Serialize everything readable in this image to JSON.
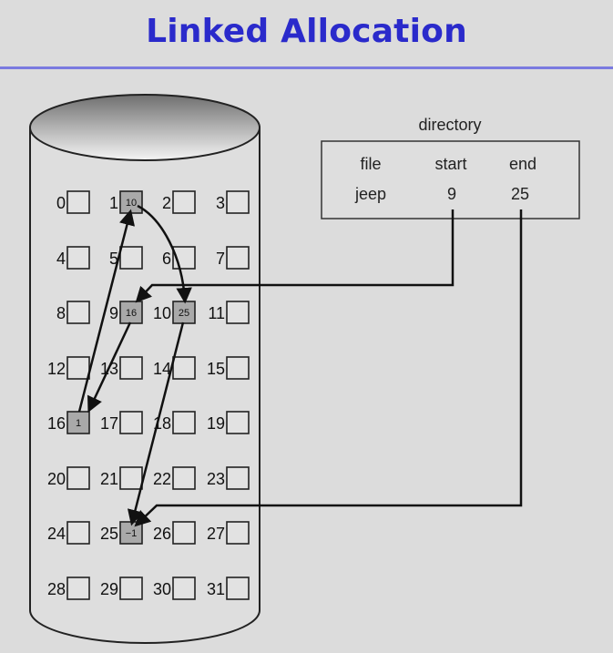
{
  "slide": {
    "title": "Linked Allocation"
  },
  "disk": {
    "blocks": [
      {
        "n": "0",
        "v": ""
      },
      {
        "n": "1",
        "v": "10"
      },
      {
        "n": "2",
        "v": ""
      },
      {
        "n": "3",
        "v": ""
      },
      {
        "n": "4",
        "v": ""
      },
      {
        "n": "5",
        "v": ""
      },
      {
        "n": "6",
        "v": ""
      },
      {
        "n": "7",
        "v": ""
      },
      {
        "n": "8",
        "v": ""
      },
      {
        "n": "9",
        "v": "16"
      },
      {
        "n": "10",
        "v": "25"
      },
      {
        "n": "11",
        "v": ""
      },
      {
        "n": "12",
        "v": ""
      },
      {
        "n": "13",
        "v": ""
      },
      {
        "n": "14",
        "v": ""
      },
      {
        "n": "15",
        "v": ""
      },
      {
        "n": "16",
        "v": "1"
      },
      {
        "n": "17",
        "v": ""
      },
      {
        "n": "18",
        "v": ""
      },
      {
        "n": "19",
        "v": ""
      },
      {
        "n": "20",
        "v": ""
      },
      {
        "n": "21",
        "v": ""
      },
      {
        "n": "22",
        "v": ""
      },
      {
        "n": "23",
        "v": ""
      },
      {
        "n": "24",
        "v": ""
      },
      {
        "n": "25",
        "v": "−1"
      },
      {
        "n": "26",
        "v": ""
      },
      {
        "n": "27",
        "v": ""
      },
      {
        "n": "28",
        "v": ""
      },
      {
        "n": "29",
        "v": ""
      },
      {
        "n": "30",
        "v": ""
      },
      {
        "n": "31",
        "v": ""
      }
    ],
    "chain": [
      9,
      16,
      1,
      10,
      25
    ]
  },
  "directory": {
    "title": "directory",
    "headers": {
      "file": "file",
      "start": "start",
      "end": "end"
    },
    "entry": {
      "file": "jeep",
      "start": "9",
      "end": "25"
    }
  },
  "colors": {
    "title": "#2a2acb",
    "rule": "#7a7ae0",
    "used_block": "#a9a9a9"
  }
}
